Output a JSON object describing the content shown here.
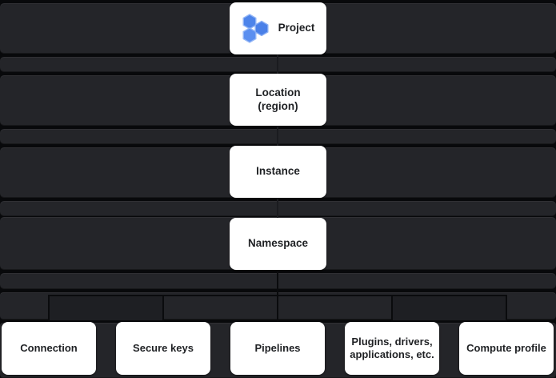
{
  "diagram": {
    "hierarchy": [
      {
        "id": "project",
        "label": "Project",
        "icon": "project-hexagons-icon"
      },
      {
        "id": "location",
        "label": "Location (region)"
      },
      {
        "id": "instance",
        "label": "Instance"
      },
      {
        "id": "namespace",
        "label": "Namespace"
      }
    ],
    "children": [
      {
        "id": "connection",
        "label": "Connection"
      },
      {
        "id": "secure-keys",
        "label": "Secure keys"
      },
      {
        "id": "pipelines",
        "label": "Pipelines"
      },
      {
        "id": "plugins",
        "label": "Plugins, drivers, applications, etc."
      },
      {
        "id": "compute-profile",
        "label": "Compute profile"
      }
    ],
    "colors": {
      "background": "#08090b",
      "level_band": "#242529",
      "connector_line": "#0a0b0d",
      "node_background": "#ffffff",
      "node_text": "#1f2124",
      "icon_blue": "#4d84ea",
      "icon_blue_light": "#93b6f6"
    }
  }
}
